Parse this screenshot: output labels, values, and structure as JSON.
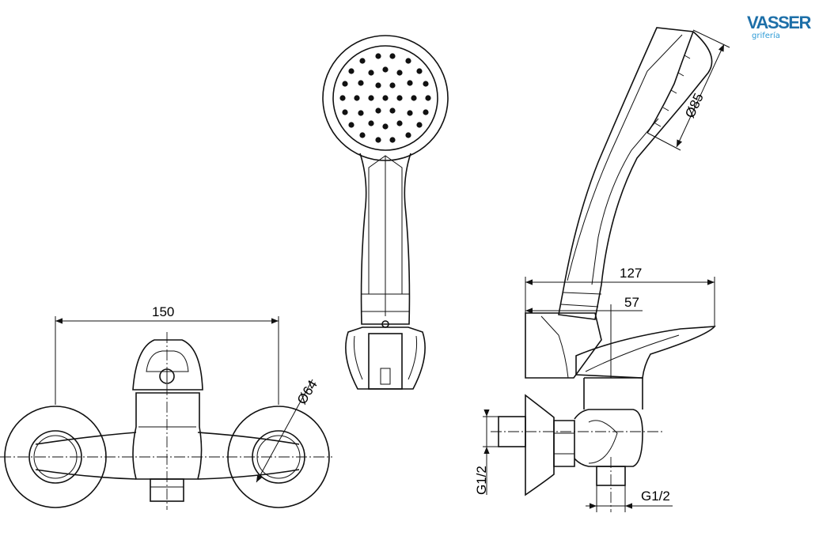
{
  "brand": {
    "name": "VASSER",
    "tagline": "grifería",
    "color": "#1d6fa8",
    "tagline_color": "#2e9bd6"
  },
  "dimensions": {
    "front_width": "150",
    "flange_diameter": "Ø64",
    "handshower_diameter": "Ø85",
    "side_depth": "127",
    "side_offset": "57",
    "side_thread_vertical": "G1/2",
    "side_thread_horizontal": "G1/2"
  }
}
